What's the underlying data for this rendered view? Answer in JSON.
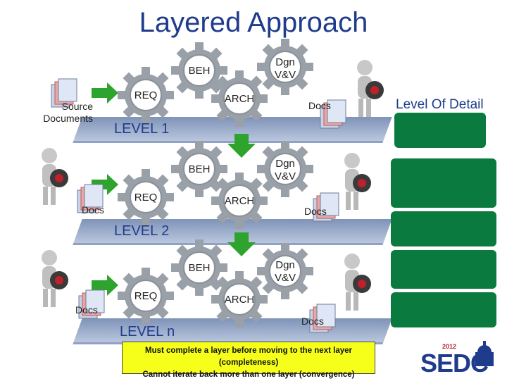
{
  "title": "Layered Approach",
  "level_of_detail_label": "Level Of Detail",
  "source_documents_label": "Source Documents",
  "levels": [
    {
      "name": "LEVEL 1",
      "beh": "BEH",
      "dgn": "Dgn V&V",
      "req": "REQ",
      "arch": "ARCH",
      "docs_out": "Docs"
    },
    {
      "name": "LEVEL 2",
      "beh": "BEH",
      "dgn": "Dgn V&V",
      "req": "REQ",
      "arch": "ARCH",
      "docs_in": "Docs",
      "docs_out": "Docs"
    },
    {
      "name": "LEVEL n",
      "beh": "BEH",
      "dgn": "Dgn V&V",
      "req": "REQ",
      "arch": "ARCH",
      "docs_in": "Docs",
      "docs_out": "Docs"
    }
  ],
  "note_lines": [
    "Must complete a layer before moving to the next layer (completeness)",
    "Cannot iterate back more than one layer (convergence)"
  ],
  "logo": {
    "year": "2012",
    "text": "SEDC"
  },
  "colors": {
    "title": "#1f3b8c",
    "gear": "#9aa0a8",
    "arrow_green": "#2ea32e",
    "bar_green": "#0a7a3e",
    "note_bg": "#f6ff19"
  }
}
